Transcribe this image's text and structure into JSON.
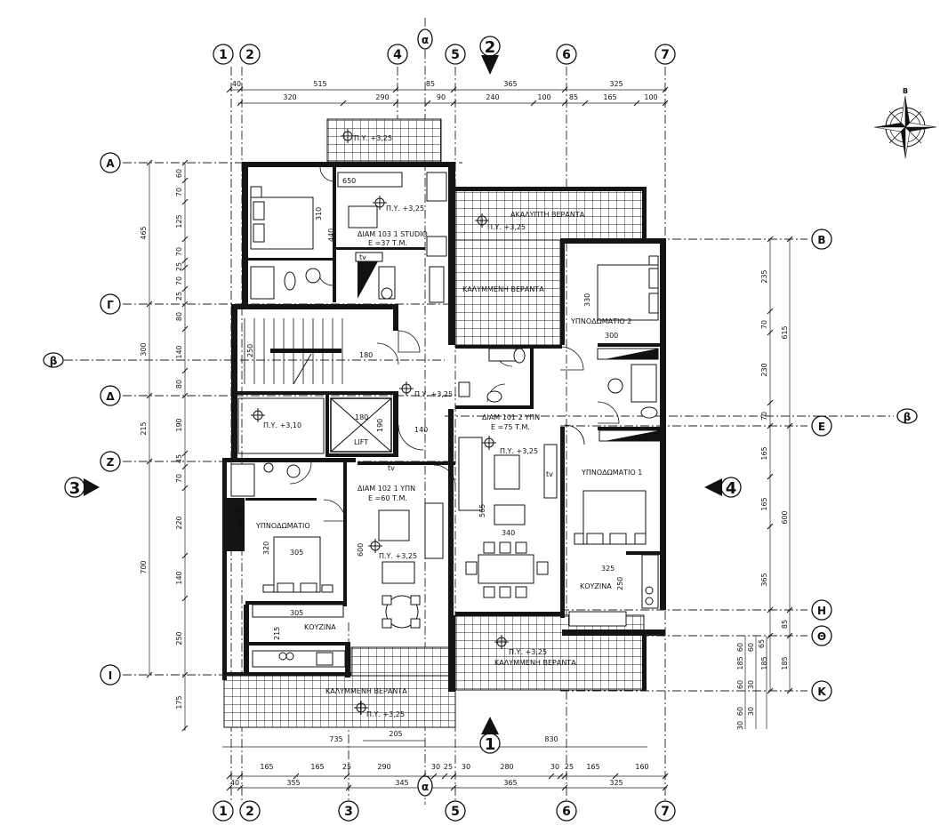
{
  "grid_labels": {
    "num_top": [
      "1",
      "2",
      "4",
      "5",
      "6",
      "7"
    ],
    "num_bottom": [
      "1",
      "2",
      "3",
      "5",
      "6",
      "7"
    ],
    "alpha": "α",
    "beta": "β",
    "left_letters": [
      "Α",
      "Γ",
      "Δ",
      "Ζ",
      "Ι"
    ],
    "right_letters": [
      "Β",
      "Ε",
      "Η",
      "Θ",
      "Κ"
    ]
  },
  "section_markers": {
    "top": "2",
    "bottom": "1",
    "left": "3",
    "right": "4"
  },
  "compass_letter": "B",
  "dims_top_row1": [
    "40",
    "515",
    "85",
    "365",
    "325"
  ],
  "dims_top_row2": [
    "320",
    "290",
    "90",
    "240",
    "100",
    "85",
    "165",
    "100"
  ],
  "dims_bottom_row1": [
    "165",
    "165",
    "25",
    "290",
    "30",
    "25",
    "30",
    "280",
    "30",
    "25",
    "165",
    "160"
  ],
  "dims_bottom_row2": [
    "40",
    "355",
    "345",
    "365",
    "325"
  ],
  "dims_bottom_extra": [
    "735",
    "205",
    "830"
  ],
  "dims_left_outer": [
    "465",
    "300",
    "215",
    "700",
    "175"
  ],
  "dims_left_inner": [
    "60",
    "70",
    "125",
    "70",
    "25",
    "70",
    "25",
    "80",
    "140",
    "80",
    "190",
    "45",
    "70",
    "220",
    "140",
    "250"
  ],
  "dims_right_outer": [
    "615",
    "600",
    "185"
  ],
  "dims_right_inner": [
    "235",
    "70",
    "230",
    "70",
    "165",
    "165",
    "365",
    "85",
    "185"
  ],
  "dims_right_small": [
    "65",
    "60",
    "60",
    "185",
    "60",
    "30",
    "60",
    "30",
    "30"
  ],
  "room_labels": {
    "apt103": "ΔΙΑΜ 103 1 STUDIO",
    "apt103_area": "Ε =37 Τ.Μ.",
    "apt101": "ΔΙΑΜ 101 2 ΥΠΝ",
    "apt101_area": "Ε =75 Τ.Μ.",
    "apt102": "ΔΙΑΜ 102 1 ΥΠΝ",
    "apt102_area": "Ε =60 Τ.Μ.",
    "veranda_top": "ΑΚΑΛΥΠΤΗ ΒΕΡΑΝΤΑ",
    "veranda_mid": "ΚΑΛΥΜΜΕΝΗ ΒΕΡΑΝΤΑ",
    "veranda_bottom_right": "ΚΑΛΥΜΜΕΝΗ ΒΕΡΑΝΤΑ",
    "veranda_bottom_left": "ΚΑΛΥΜΜΕΝΗ ΒΕΡΑΝΤΑ",
    "bedroom2": "ΥΠΝΟΔΩΜΑΤΙΟ 2",
    "bedroom1": "ΥΠΝΟΔΩΜΑΤΙΟ 1",
    "bedroom": "ΥΠΝΟΔΩΜΑΤΙΟ",
    "kitchen_left": "ΚΟΥΖΙΝΑ",
    "kitchen_right": "ΚΟΥΖΙΝΑ",
    "lift": "LIFT",
    "lift_dims": "180",
    "lift_dims_v": "190",
    "tv": "tv"
  },
  "levels": {
    "top_balcony": "Π.Υ. +3,25",
    "studio": "Π.Υ. +3,25",
    "veranda_top": "Π.Υ. +3,25",
    "landing": "Π.Υ. +3,10",
    "lobby": "Π.Υ. +3,25",
    "apt101": "Π.Υ. +3,25",
    "apt102": "Π.Υ. +3,25",
    "veranda_bottom_right": "Π.Υ. +3,25",
    "veranda_bottom_left": "Π.Υ. +3,25"
  },
  "interior_dims": {
    "studio_bed_v": "310",
    "studio_v": "440",
    "stair_v": "250",
    "stair_h": "180",
    "lobby_h": "140",
    "bed2_v": "330",
    "bed2_h": "300",
    "liv101_v": "565",
    "liv101_h": "340",
    "kitchen101_h": "325",
    "kitchen101_v": "250",
    "bed102_v": "320",
    "bed102_h": "305",
    "kitchen102_h": "305",
    "kitchen102_v": "215",
    "liv102_v": "600",
    "studio_top": "650"
  }
}
